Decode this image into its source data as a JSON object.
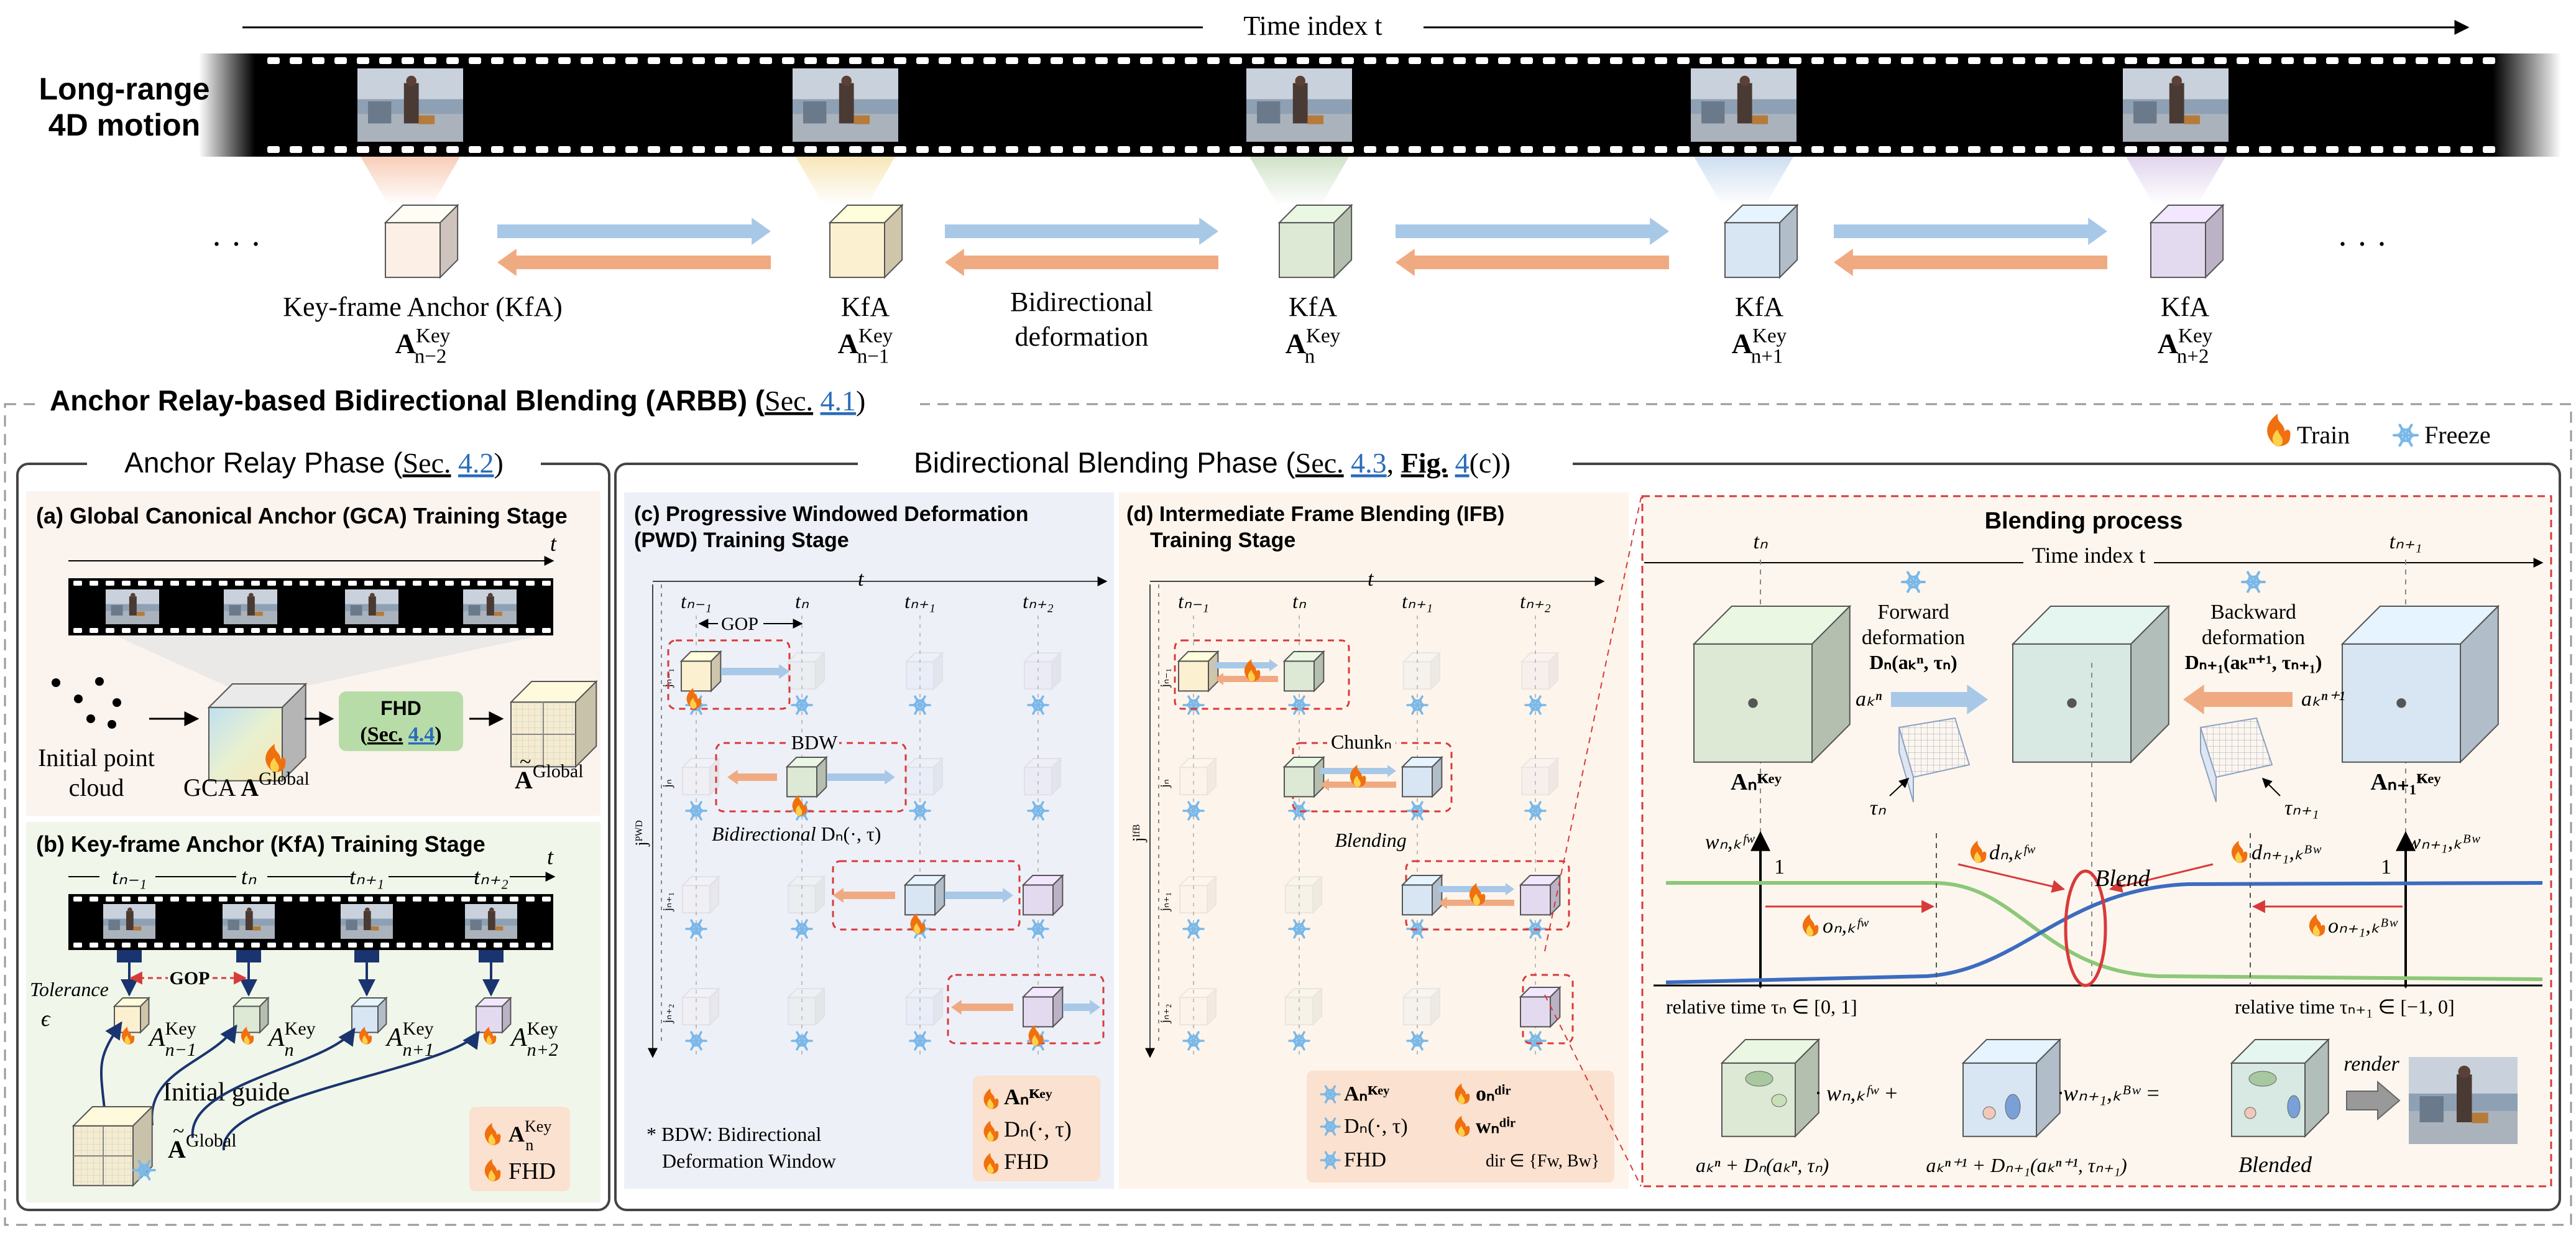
{
  "top": {
    "time_axis": "Time index t",
    "row_label_1": "Long-range",
    "row_label_2": "4D motion",
    "ellipsis": "· · ·",
    "film_dots": "• • •",
    "kfa_first_label": "Key-frame Anchor (KfA)",
    "kfa_short": "KfA",
    "anchor_sym": "A",
    "anchor_sup": "Key",
    "anchor_subs": [
      "n−2",
      "n−1",
      "n",
      "n+1",
      "n+2"
    ],
    "bidir_1": "Bidirectional",
    "bidir_2": "deformation"
  },
  "arbb": {
    "title": "Anchor Relay-based Bidirectional Blending (ARBB) (",
    "sec": "Sec.",
    "sec_num": "4.1",
    "close": ")"
  },
  "legend": {
    "train": "Train",
    "freeze": "Freeze"
  },
  "relay": {
    "title": "Anchor Relay Phase (",
    "sec": "Sec.",
    "sec_num": "4.2",
    "close": ")",
    "a_title": "(a) Global Canonical Anchor (GCA) Training Stage",
    "t": "t",
    "init1": "Initial point",
    "init2": "cloud",
    "gca": "GCA",
    "a_sym": "A",
    "global_sup": "Global",
    "fhd": "FHD",
    "fhd_sec": "(Sec. 4.4)",
    "b_title": "(b) Key-frame Anchor (KfA) Training Stage",
    "tks": [
      "tₙ₋₁",
      "tₙ",
      "tₙ₊₁",
      "tₙ₊₂"
    ],
    "gop": "GOP",
    "tolerance": "Tolerance",
    "epsilon": "ϵ",
    "initial_guide": "Initial guide",
    "key_sup": "Key",
    "anchor_subs": [
      "n−1",
      "n",
      "n+1",
      "n+2"
    ],
    "legend_fhd": "FHD"
  },
  "blending": {
    "title": "Bidirectional Blending Phase (",
    "sec": "Sec.",
    "sec_num": "4.3",
    "sep": ", ",
    "fig": "Fig.",
    "fig_num": "4",
    "fig_c": "(c))",
    "c_title_1": "(c) Progressive Windowed Deformation",
    "c_title_2": "(PWD) Training Stage",
    "d_title_1": "(d) Intermediate Frame Blending (IFB)",
    "d_title_2": "Training Stage",
    "t": "t",
    "col_labels": [
      "tₙ₋₁",
      "tₙ",
      "tₙ₊₁",
      "tₙ₊₂"
    ],
    "gop": "GOP",
    "bdw": "BDW",
    "bidirectional": "Bidirectional",
    "d_fn": "Dₙ(·, τ)",
    "chunk": "Chunkₙ",
    "blending_word": "Blending",
    "pwd_axis": "jᴾᵂᴰ",
    "ifb_axis": "jᴵᶠᴮ",
    "footnote_1": "* BDW: Bidirectional",
    "footnote_2": "Deformation Window",
    "c_leg": [
      "Aₙᴷᵉʸ",
      "Dₙ(·, τ)",
      "FHD"
    ],
    "d_leg_freeze": [
      "Aₙᴷᵉʸ",
      "Dₙ(·, τ)",
      "FHD"
    ],
    "d_leg_train": [
      "oₙᵈⁱʳ",
      "wₙᵈⁱʳ"
    ],
    "dir_set": "dir ∈ {Fw, Bw}"
  },
  "process": {
    "title": "Blending process",
    "t_n": "tₙ",
    "t_n1": "tₙ₊₁",
    "time_index": "Time index t",
    "fwd_1": "Forward",
    "fwd_2": "deformation",
    "fwd_3": "Dₙ(aₖⁿ, τₙ)",
    "bwd_1": "Backward",
    "bwd_2": "deformation",
    "bwd_3": "Dₙ₊₁(aₖⁿ⁺¹, τₙ₊₁)",
    "a_kn": "aₖⁿ",
    "a_kn1": "aₖⁿ⁺¹",
    "tau_n": "τₙ",
    "tau_n1": "τₙ₊₁",
    "A_key_n": "Aₙᴷᵉʸ",
    "A_key_n1": "Aₙ₊₁ᴷᵉʸ",
    "w_fw": "wₙ,ₖᶠʷ",
    "w_bw": "wₙ₊₁,ₖᴮʷ",
    "one": "1",
    "d_fw": "dₙ,ₖᶠʷ",
    "d_bw": "dₙ₊₁,ₖᴮʷ",
    "o_fw": "oₙ,ₖᶠʷ",
    "o_bw": "oₙ₊₁,ₖᴮʷ",
    "blend": "Blend",
    "rel_n": "relative time τₙ ∈ [0, 1]",
    "rel_n1": "relative time τₙ₊₁ ∈ [−1, 0]",
    "eq_w1": "· wₙ,ₖᶠʷ +",
    "eq_w2": "·wₙ₊₁,ₖᴮʷ =",
    "eq_a1": "aₖⁿ + Dₙ(aₖⁿ, τₙ)",
    "eq_a2": "aₖⁿ⁺¹ + Dₙ₊₁(aₖⁿ⁺¹, τₙ₊₁)",
    "render": "render",
    "blended": "Blended"
  },
  "colors": {
    "blue_arrow": "#a8c8e8",
    "orange_arrow": "#f0aa82",
    "red_dash": "#d83a3a",
    "blue_curve": "#3c6cc0",
    "green_curve": "#8cc878",
    "navy": "#1a3470",
    "link_blue": "#2a6cb8"
  }
}
